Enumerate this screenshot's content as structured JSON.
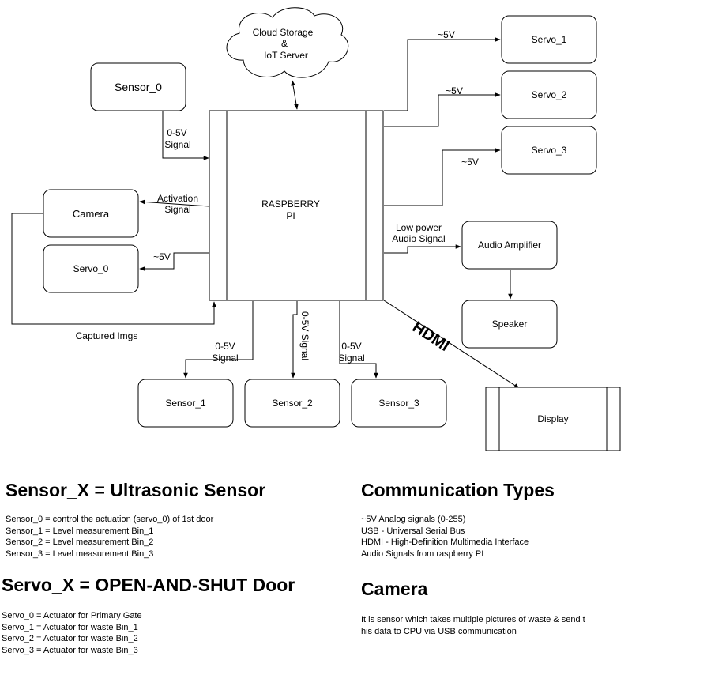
{
  "nodes": {
    "raspberry_pi": {
      "line1": "RASPBERRY",
      "line2": "PI"
    },
    "cloud": {
      "line1": "Cloud Storage",
      "line2": "&",
      "line3": "IoT Server"
    },
    "sensor_0": "Sensor_0",
    "camera": "Camera",
    "servo_0": "Servo_0",
    "servo_1": "Servo_1",
    "servo_2": "Servo_2",
    "servo_3": "Servo_3",
    "audio_amplifier": "Audio Amplifier",
    "speaker": "Speaker",
    "sensor_1": "Sensor_1",
    "sensor_2": "Sensor_2",
    "sensor_3": "Sensor_3",
    "display": "Display"
  },
  "edges": {
    "sensor_0_a": "0-5V",
    "sensor_0_b": "Signal",
    "activation_a": "Activation",
    "activation_b": "Signal",
    "servo_0_v": "~5V",
    "captured": "Captured Imgs",
    "servo_1_v": "~5V",
    "servo_2_v": "~5V",
    "servo_3_v": "~5V",
    "audio_a": "Low power",
    "audio_b": "Audio Signal",
    "hdmi": "HDMI",
    "sensor_1_a": "0-5V",
    "sensor_1_b": "Signal",
    "sensor_2": "0-5V Signal",
    "sensor_3_a": "0-5V",
    "sensor_3_b": "Signal"
  },
  "legend": {
    "sensors": {
      "title": "Sensor_X = Ultrasonic Sensor",
      "items": [
        "Sensor_0 = control the actuation (servo_0) of 1st door",
        "Sensor_1 = Level measurement Bin_1",
        "Sensor_2 = Level measurement Bin_2",
        "Sensor_3 = Level measurement Bin_3"
      ]
    },
    "servos": {
      "title": "Servo_X = OPEN-AND-SHUT Door",
      "items": [
        "Servo_0 = Actuator for Primary Gate",
        "Servo_1 = Actuator for waste Bin_1",
        "Servo_2 = Actuator for waste Bin_2",
        "Servo_3 = Actuator for waste Bin_3"
      ]
    },
    "communication": {
      "title": "Communication Types",
      "items": [
        "~5V Analog signals (0-255)",
        "USB - Universal Serial Bus",
        "HDMI - High-Definition Multimedia Interface",
        "Audio Signals from raspberry PI"
      ]
    },
    "camera": {
      "title": "Camera",
      "line1": "It is sensor which takes multiple pictures of waste & send t",
      "line2": "his data to CPU via USB communication"
    }
  }
}
